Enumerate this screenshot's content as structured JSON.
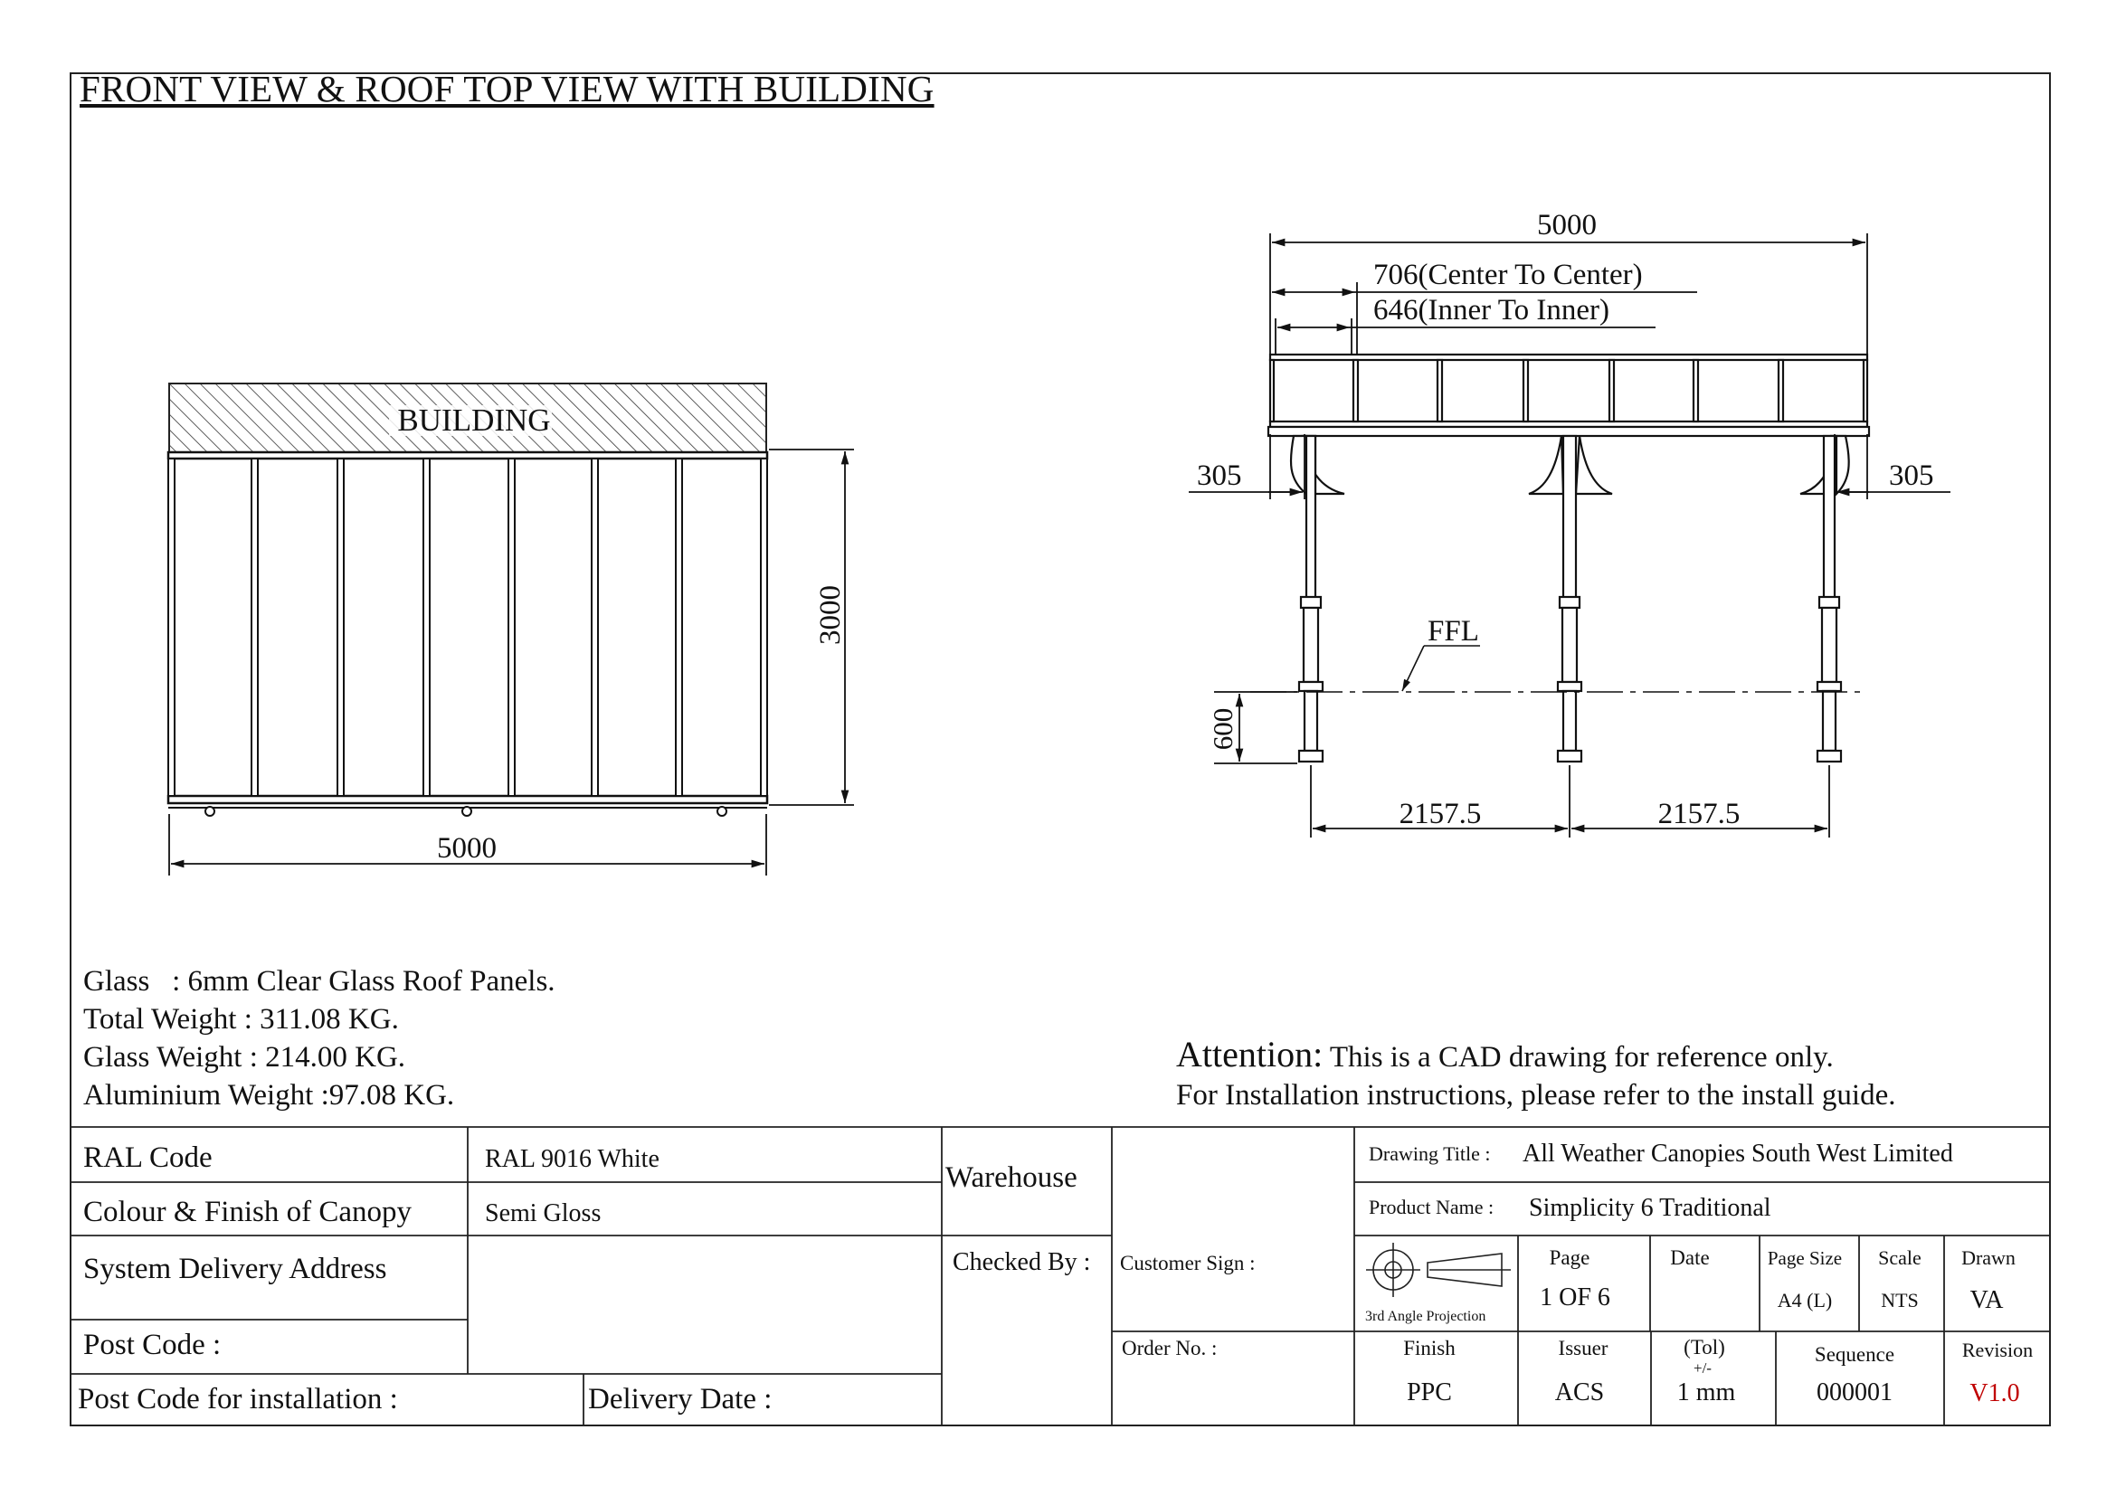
{
  "title": "FRONT VIEW & ROOF TOP VIEW WITH BUILDING",
  "front_view": {
    "building_label": "BUILDING",
    "width_dim": "5000",
    "height_dim": "3000"
  },
  "side_view": {
    "overall_dim": "5000",
    "c2c_dim": "706(Center To Center)",
    "inner_dim": "646(Inner To Inner)",
    "left_overhang": "305",
    "right_overhang": "305",
    "ffl_label": "FFL",
    "footing_dim": "600",
    "span_left": "2157.5",
    "span_right": "2157.5"
  },
  "notes": [
    "Glass   : 6mm Clear Glass Roof Panels.",
    "Total Weight : 311.08 KG.",
    "Glass Weight : 214.00 KG.",
    "Aluminium Weight :97.08 KG."
  ],
  "attention": {
    "label": "Attention:",
    "line1": " This is a CAD drawing for reference only.",
    "line2": "For Installation instructions, please refer to the install guide."
  },
  "title_block": {
    "ral_code_label": "RAL Code",
    "ral_code_value": "RAL 9016 White",
    "colour_label": "Colour & Finish of Canopy",
    "colour_value": "Semi Gloss",
    "delivery_address_label": "System Delivery Address",
    "post_code_label": "Post Code :",
    "post_code_install_label": "Post Code for installation :",
    "delivery_date_label": "Delivery Date :",
    "warehouse_label": "Warehouse",
    "checked_by_label": "Checked By :",
    "customer_sign_label": "Customer Sign :",
    "order_no_label": "Order No. :",
    "drawing_title_label": "Drawing Title :",
    "drawing_title_value": "All Weather Canopies South West Limited",
    "product_name_label": "Product Name :",
    "product_name_value": "Simplicity 6 Traditional",
    "projection_label": "3rd Angle Projection",
    "page_label": "Page",
    "page_value": "1 OF 6",
    "date_label": "Date",
    "page_size_label": "Page Size",
    "page_size_value": "A4 (L)",
    "scale_label": "Scale",
    "scale_value": "NTS",
    "drawn_label": "Drawn",
    "drawn_value": "VA",
    "finish_label": "Finish",
    "finish_value": "PPC",
    "issuer_label": "Issuer",
    "issuer_value": "ACS",
    "tol_label": "(Tol)",
    "tol_sign": "+/-",
    "tol_value": "1 mm",
    "sequence_label": "Sequence",
    "sequence_value": "000001",
    "revision_label": "Revision",
    "revision_value": "V1.0",
    "revision_color": "#c00000"
  }
}
